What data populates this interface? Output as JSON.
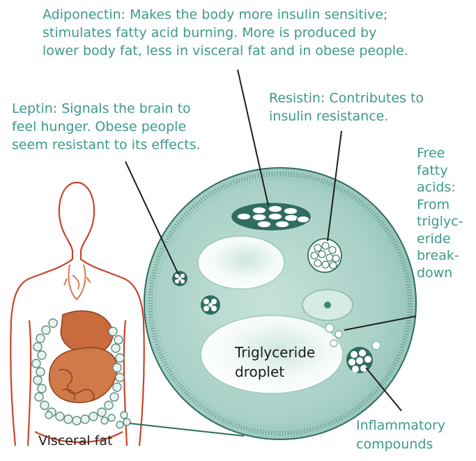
{
  "labels": {
    "adiponectin": "Adiponectin: Makes the body more insulin sensitive;\nstimulates fatty acid burning. More is produced by\nlower body fat, less in visceral fat and in obese people.",
    "leptin": "Leptin: Signals the brain to\nfeel hunger. Obese people\nseem resistant to its effects.",
    "resistin": "Resistin: Contributes to\ninsulin resistance.",
    "free_fatty_acids": "Free\nfatty\nacids:\nFrom\ntriglyc-\neride\nbreak-\ndown",
    "inflammatory": "Inflammatory\ncompounds",
    "triglyceride": "Triglyceride\ndroplet",
    "visceral_fat": "Visceral fat"
  },
  "colors": {
    "label_text": "#3d9a86",
    "cell_fill": "#a9d1c7",
    "cell_border": "#6fae9e",
    "body_outline": "#c9442a",
    "organs": "#c46a3c",
    "fat_cluster": "#7fb8a6"
  }
}
